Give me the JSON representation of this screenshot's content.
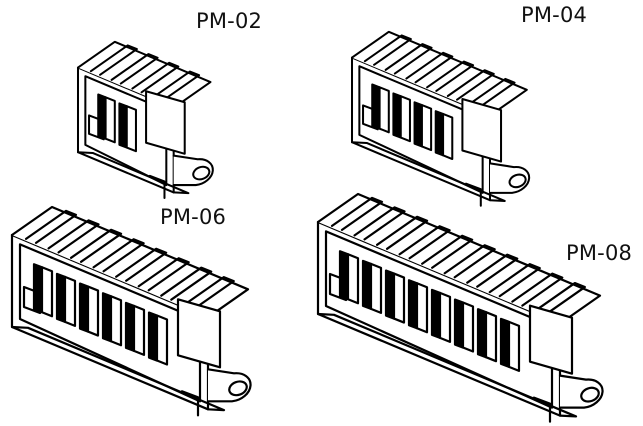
{
  "connectors": [
    {
      "label": "PM-02",
      "pins": 2
    },
    {
      "label": "PM-04",
      "pins": 4
    },
    {
      "label": "PM-06",
      "pins": 6
    },
    {
      "label": "PM-08",
      "pins": 8
    }
  ],
  "colors": {
    "ink": "#000000",
    "background": "#ffffff"
  }
}
